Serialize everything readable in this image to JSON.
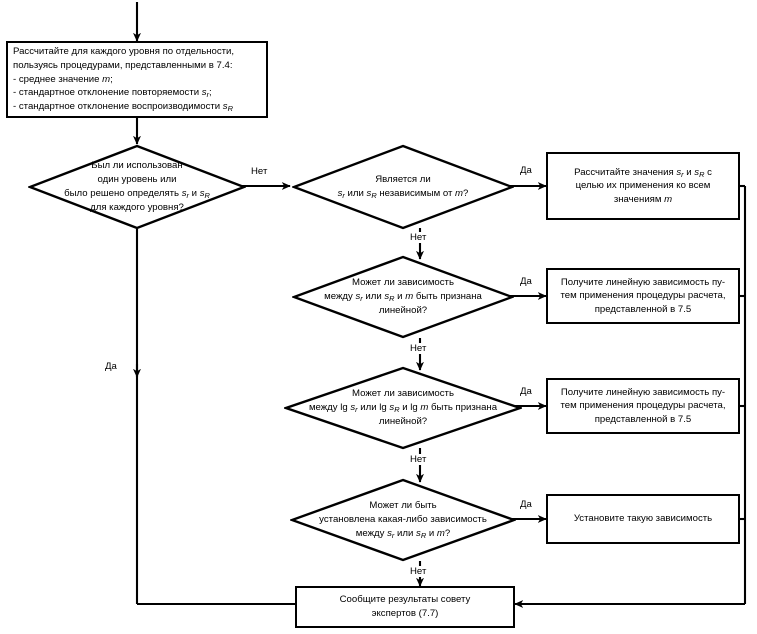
{
  "diagram": {
    "title": "Блок-схема процедуры расчета стандартных отклонений",
    "stroke_color": "#000000",
    "background_color": "#ffffff"
  },
  "nodes": {
    "process_calculate": {
      "type": "process",
      "lines": [
        "Рассчитайте для каждого уровня по отдельности,",
        "пользуясь процедурами, представленными в 7.4:",
        "- среднее значение m;",
        "- стандартное отклонение повторяемости s_r;",
        "- стандартное отклонение воспроизводимости s_R"
      ]
    },
    "decision_one_level": {
      "type": "decision",
      "lines": [
        "Был ли использован",
        "один уровень или",
        "было решено определять s_r и s_R",
        "для каждого уровня?"
      ]
    },
    "decision_independent": {
      "type": "decision",
      "lines": [
        "Является ли",
        "s_r или s_R независимым от m?"
      ]
    },
    "decision_linear": {
      "type": "decision",
      "lines": [
        "Может ли зависимость",
        "между s_r или s_R и m быть признана",
        "линейной?"
      ]
    },
    "decision_log_linear": {
      "type": "decision",
      "lines": [
        "Может ли зависимость",
        "между lg s_r или lg s_R и lg m быть признана",
        "линейной?"
      ]
    },
    "decision_any_relation": {
      "type": "decision",
      "lines": [
        "Может ли быть",
        "установлена какая-либо зависимость",
        "между s_r или s_R и m?"
      ]
    },
    "process_compute_values": {
      "type": "process",
      "lines": [
        "Рассчитайте значения s_r и s_R с",
        "целью их применения ко всем",
        "значениям m"
      ]
    },
    "process_linear_1": {
      "type": "process",
      "lines": [
        "Получите линейную зависимость пу-",
        "тем применения процедуры расчета,",
        "представленной в 7.5"
      ]
    },
    "process_linear_2": {
      "type": "process",
      "lines": [
        "Получите линейную зависимость пу-",
        "тем применения процедуры расчета,",
        "представленной в 7.5"
      ]
    },
    "process_set_relation": {
      "type": "process",
      "lines": [
        "Установите такую зависимость"
      ]
    },
    "process_report": {
      "type": "process",
      "lines": [
        "Сообщите результаты совету",
        "экспертов (7.7)"
      ]
    }
  },
  "edge_labels": {
    "no_1": "Нет",
    "yes_1": "Да",
    "no_2": "Нет",
    "yes_2": "Да",
    "no_3": "Нет",
    "yes_3": "Да",
    "no_4": "Нет",
    "yes_4": "Да",
    "no_5": "Нет",
    "yes_5": "Да",
    "no_6": "Нет"
  }
}
